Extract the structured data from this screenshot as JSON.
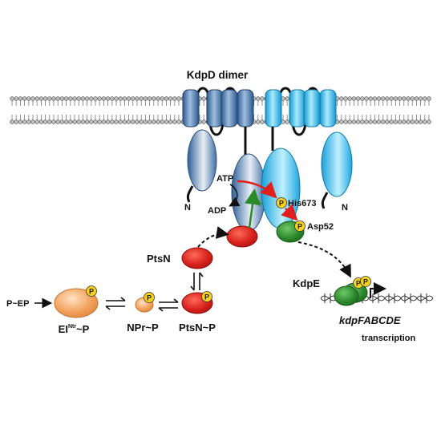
{
  "title": "KdpD dimer",
  "labels": {
    "atp": "ATP",
    "adp": "ADP",
    "n_left": "N",
    "n_right": "N",
    "his": "His673",
    "asp": "Asp52",
    "ptsn": "PtsN",
    "pep": "P~EP",
    "ei_main": "EI",
    "ei_sup": "Ntr",
    "ei_tail": "~P",
    "npr": "NPr~P",
    "ptsn_p": "PtsN~P",
    "kdpe": "KdpE",
    "gene": "kdpFABCDE",
    "transcription": "transcription",
    "plus": "+",
    "p": "P"
  },
  "colors": {
    "membrane_head": "#bdbdbd",
    "kdpd_left": "#5c86b7",
    "kdpd_right": "#2fb6e8",
    "ptsn_red": "#d8221c",
    "kdpe_green": "#2e8b2e",
    "ei_orange": "#f2a25c",
    "phospho_yellow": "#f6d21c",
    "arrow_red": "#e0201c",
    "arrow_green": "#2a8a2a"
  }
}
